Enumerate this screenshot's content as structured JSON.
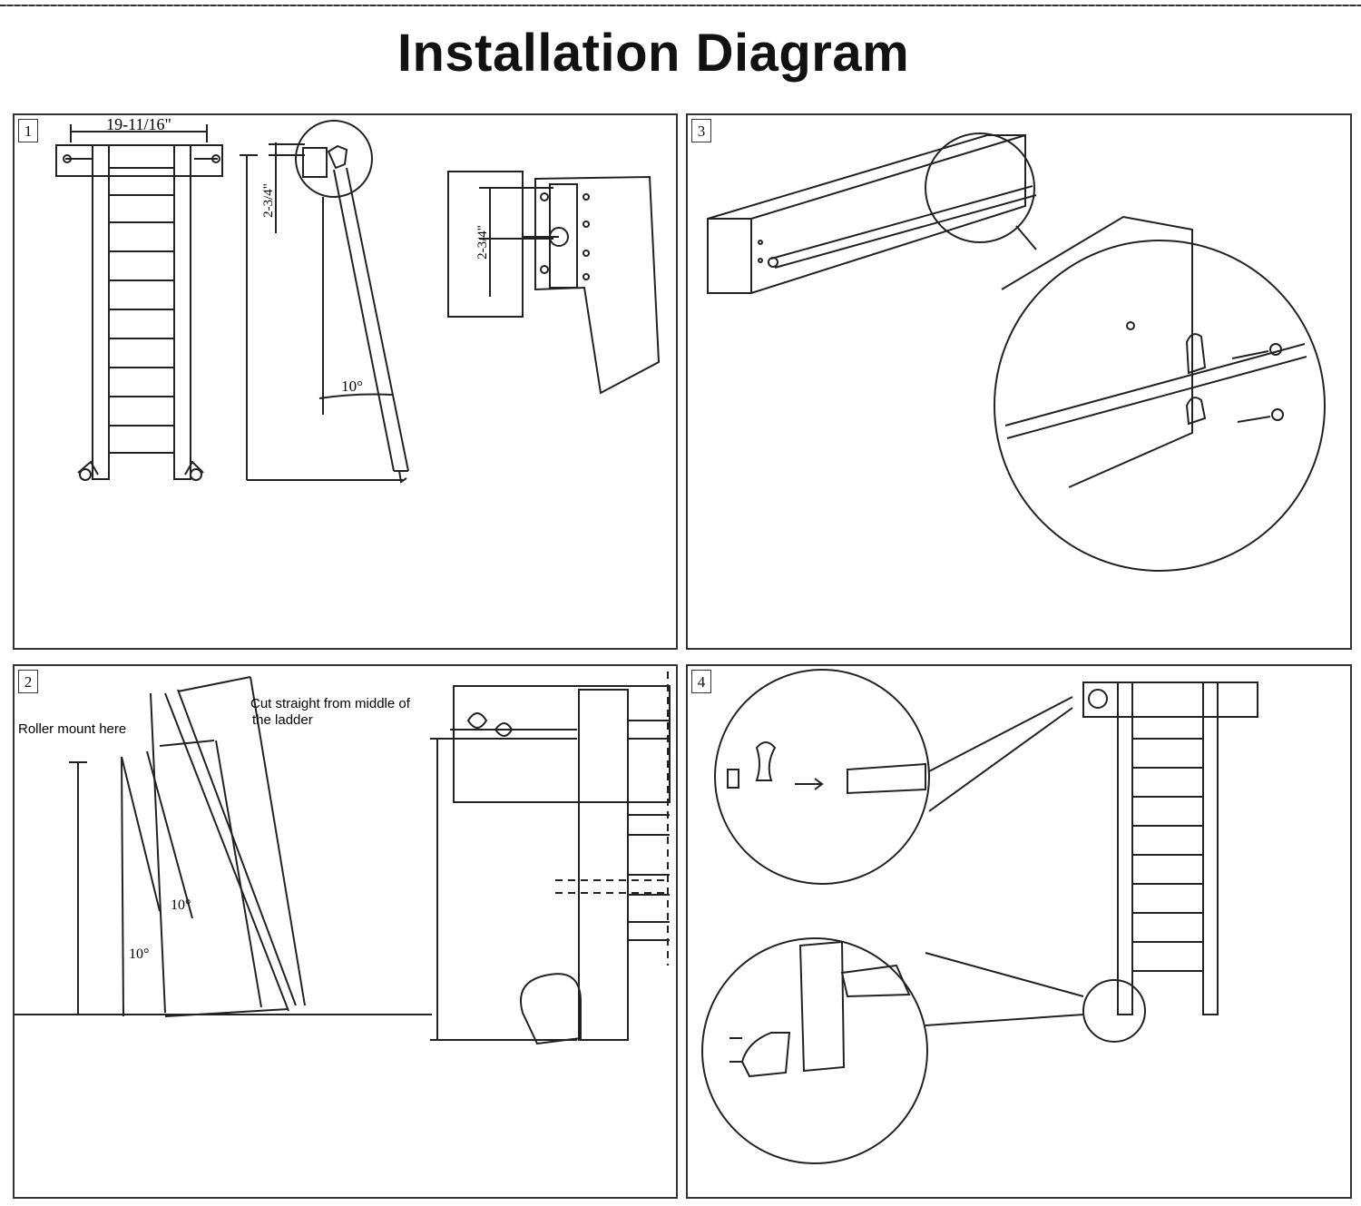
{
  "title": "Installation Diagram",
  "panels": [
    {
      "number": "1",
      "labels": {
        "width": "19-11/16\"",
        "offset_a": "2-3/4\"",
        "offset_b": "2-3/4\"",
        "angle": "10°"
      }
    },
    {
      "number": "3"
    },
    {
      "number": "2",
      "labels": {
        "roller_mount": "Roller mount here",
        "cut": "Cut straight from middle of the ladder",
        "cut_line1": "Cut straight from middle of",
        "cut_line2": "the ladder",
        "angle_upper": "10°",
        "angle_lower": "10°"
      }
    },
    {
      "number": "4"
    }
  ]
}
